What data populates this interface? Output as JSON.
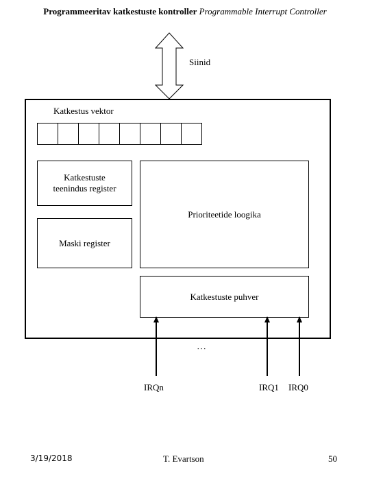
{
  "title": {
    "bold": "Programmeeritav katkestuste kontroller",
    "italic": "Programmable Interrupt Controller"
  },
  "bus_label": "Siinid",
  "vector": {
    "label": "Katkestus vektor",
    "cells": 8
  },
  "blocks": {
    "isr": "Katkestuste teenindus register",
    "mask": "Maski register",
    "priority": "Prioriteetide loogika",
    "buffer": "Katkestuste puhver"
  },
  "ellipsis": "…",
  "irq": {
    "n": "IRQn",
    "one": "IRQ1",
    "zero": "IRQ0"
  },
  "footer": {
    "date": "3/19/2018",
    "author": "T. Evartson",
    "page": "50"
  }
}
